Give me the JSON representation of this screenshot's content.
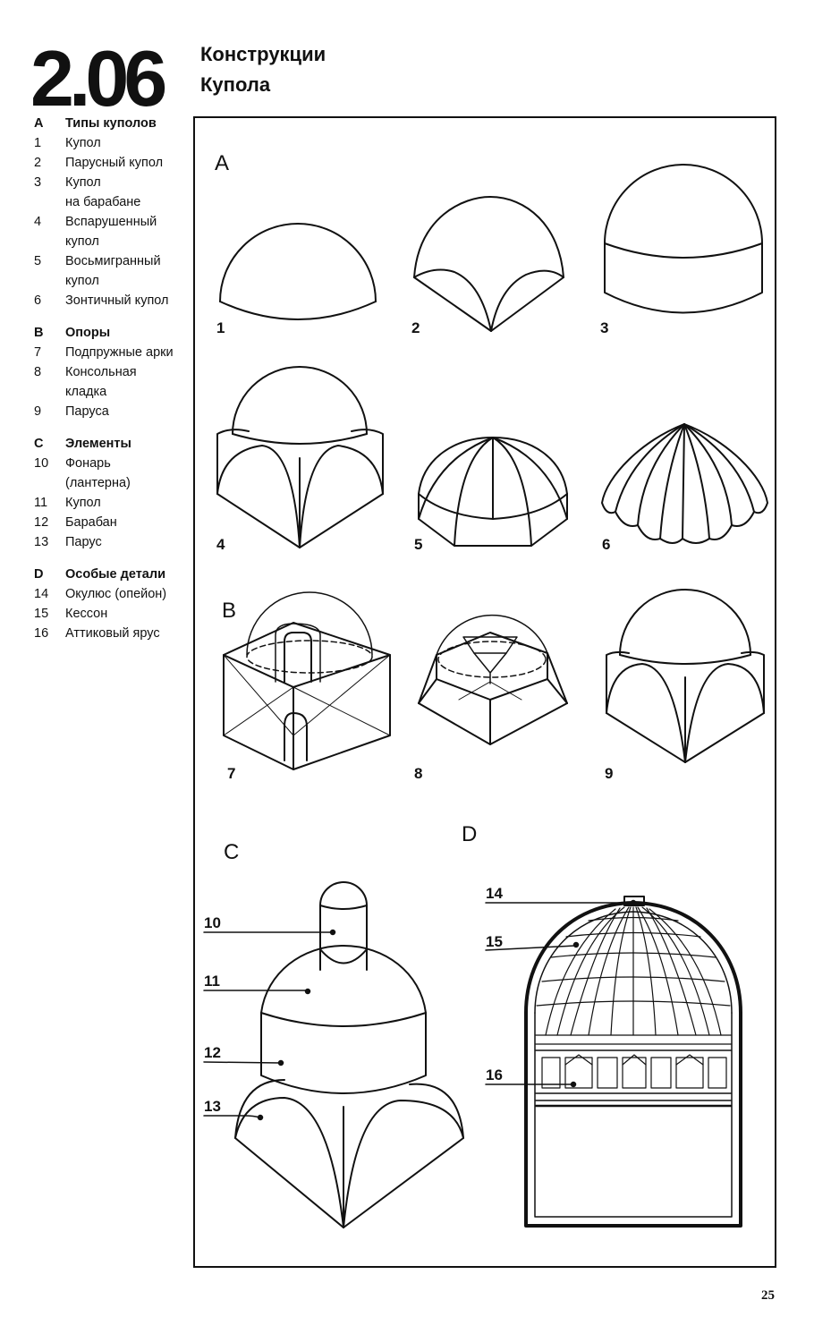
{
  "header": {
    "chapter": "2.06",
    "title_line1": "Конструкции",
    "title_line2": "Купола"
  },
  "legend": {
    "A": {
      "letter": "A",
      "heading": "Типы куполов",
      "items": [
        {
          "num": "1",
          "label": "Купол"
        },
        {
          "num": "2",
          "label": "Парусный купол"
        },
        {
          "num": "3",
          "label": "Купол\nна барабане"
        },
        {
          "num": "4",
          "label": "Вспарушенный\nкупол"
        },
        {
          "num": "5",
          "label": "Восьмигранный\nкупол"
        },
        {
          "num": "6",
          "label": "Зонтичный купол"
        }
      ]
    },
    "B": {
      "letter": "B",
      "heading": "Опоры",
      "items": [
        {
          "num": "7",
          "label": "Подпружные арки"
        },
        {
          "num": "8",
          "label": "Консольная\nкладка"
        },
        {
          "num": "9",
          "label": "Паруса"
        }
      ]
    },
    "C": {
      "letter": "C",
      "heading": "Элементы",
      "items": [
        {
          "num": "10",
          "label": "Фонарь\n(лантерна)"
        },
        {
          "num": "11",
          "label": "Купол"
        },
        {
          "num": "12",
          "label": "Барабан"
        },
        {
          "num": "13",
          "label": "Парус"
        }
      ]
    },
    "D": {
      "letter": "D",
      "heading": "Особые детали",
      "items": [
        {
          "num": "14",
          "label": "Окулюс (опейон)"
        },
        {
          "num": "15",
          "label": "Кессон"
        },
        {
          "num": "16",
          "label": "Аттиковый ярус"
        }
      ]
    }
  },
  "figure": {
    "section_A": "A",
    "section_B": "B",
    "section_C": "C",
    "section_D": "D",
    "fig1": "1",
    "fig2": "2",
    "fig3": "3",
    "fig4": "4",
    "fig5": "5",
    "fig6": "6",
    "fig7": "7",
    "fig8": "8",
    "fig9": "9",
    "callout10": "10",
    "callout11": "11",
    "callout12": "12",
    "callout13": "13",
    "callout14": "14",
    "callout15": "15",
    "callout16": "16"
  },
  "footer": {
    "page_number": "25"
  }
}
